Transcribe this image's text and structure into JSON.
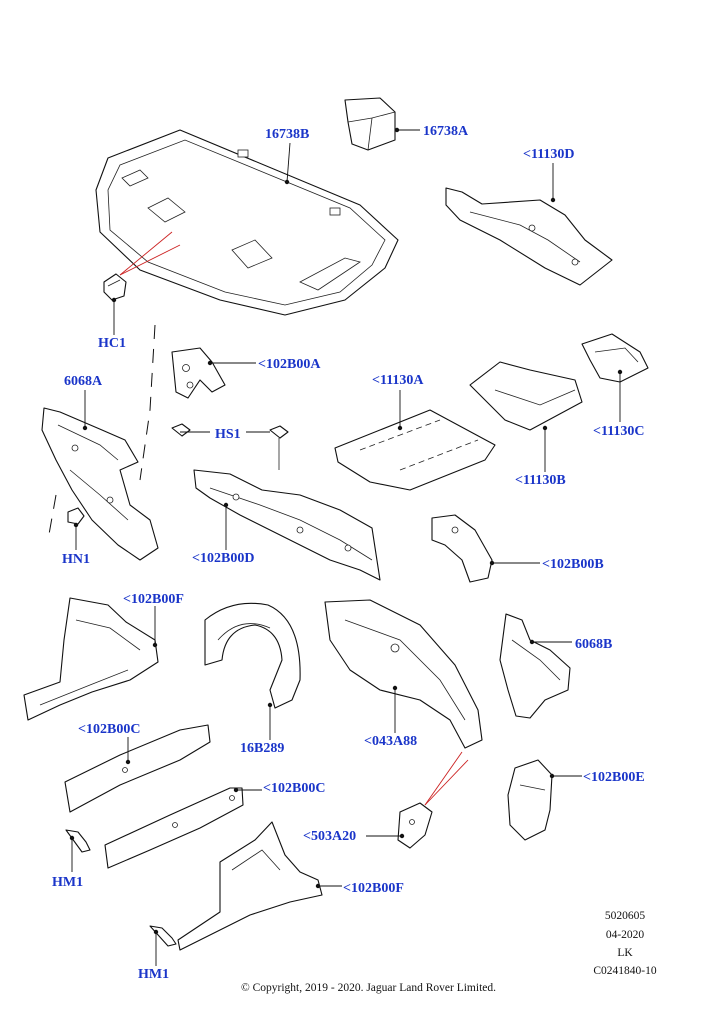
{
  "labels": {
    "l16738B": "16738B",
    "l16738A": "16738A",
    "l11130D": "<11130D",
    "lHC1": "HC1",
    "l102B00A": "<102B00A",
    "l6068A": "6068A",
    "l11130A": "<11130A",
    "l11130C": "<11130C",
    "lHS1": "HS1",
    "l11130B": "<11130B",
    "lHN1": "HN1",
    "l102B00D": "<102B00D",
    "l102B00B": "<102B00B",
    "l102B00F_top": "<102B00F",
    "l6068B": "6068B",
    "l102B00C_a": "<102B00C",
    "l16B289": "16B289",
    "l043A88": "<043A88",
    "l102B00E": "<102B00E",
    "l102B00C_b": "<102B00C",
    "l503A20": "<503A20",
    "lHM1_a": "HM1",
    "l102B00F_bot": "<102B00F",
    "lHM1_b": "HM1"
  },
  "meta": {
    "code1": "5020605",
    "date": "04-2020",
    "initials": "LK",
    "ref": "C0241840-10"
  },
  "copyright": "© Copyright, 2019 - 2020. Jaguar Land Rover Limited.",
  "colors": {
    "label": "#1a35c9",
    "leader_highlight": "#cc2222"
  }
}
